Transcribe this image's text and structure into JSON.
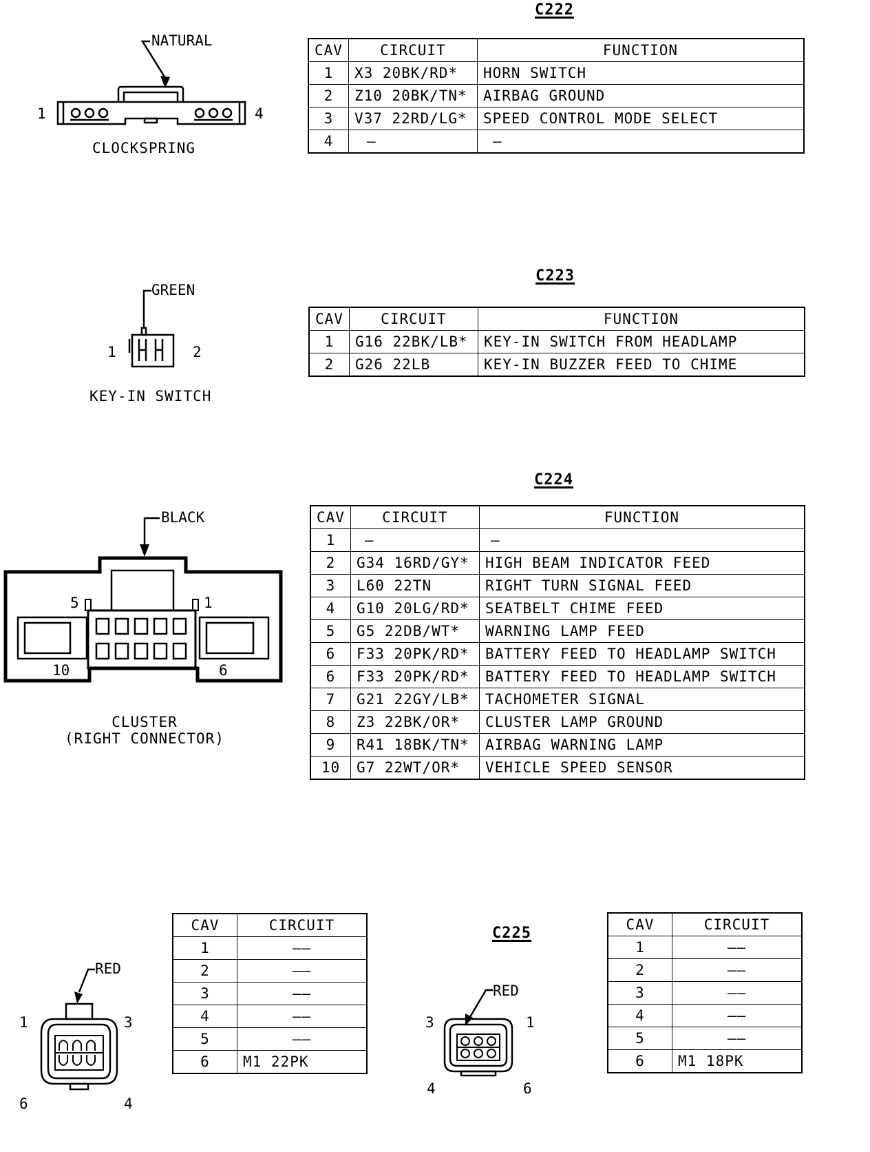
{
  "c222": {
    "title": "C222",
    "connector_name": "CLOCKSPRING",
    "color_label": "NATURAL",
    "pin_labels": [
      "1",
      "4"
    ],
    "headers": [
      "CAV",
      "CIRCUIT",
      "FUNCTION"
    ],
    "rows": [
      {
        "cav": "1",
        "circuit": "X3 20BK/RD*",
        "function": "HORN SWITCH"
      },
      {
        "cav": "2",
        "circuit": "Z10 20BK/TN*",
        "function": "AIRBAG GROUND"
      },
      {
        "cav": "3",
        "circuit": "V37 22RD/LG*",
        "function": "SPEED CONTROL MODE SELECT"
      },
      {
        "cav": "4",
        "circuit": "—",
        "function": "—"
      }
    ]
  },
  "c223": {
    "title": "C223",
    "connector_name": "KEY-IN SWITCH",
    "color_label": "GREEN",
    "pin_labels": [
      "1",
      "2"
    ],
    "headers": [
      "CAV",
      "CIRCUIT",
      "FUNCTION"
    ],
    "rows": [
      {
        "cav": "1",
        "circuit": "G16 22BK/LB*",
        "function": "KEY-IN SWITCH FROM HEADLAMP"
      },
      {
        "cav": "2",
        "circuit": "G26 22LB",
        "function": "KEY-IN BUZZER FEED TO CHIME"
      }
    ]
  },
  "c224": {
    "title": "C224",
    "connector_name_line1": "CLUSTER",
    "connector_name_line2": "(RIGHT CONNECTOR)",
    "color_label": "BLACK",
    "pin_labels": [
      "5",
      "1",
      "10",
      "6"
    ],
    "headers": [
      "CAV",
      "CIRCUIT",
      "FUNCTION"
    ],
    "rows": [
      {
        "cav": "1",
        "circuit": "—",
        "function": "—"
      },
      {
        "cav": "2",
        "circuit": "G34 16RD/GY*",
        "function": "HIGH BEAM INDICATOR FEED"
      },
      {
        "cav": "3",
        "circuit": "L60 22TN",
        "function": "RIGHT TURN SIGNAL FEED"
      },
      {
        "cav": "4",
        "circuit": "G10 20LG/RD*",
        "function": "SEATBELT CHIME FEED"
      },
      {
        "cav": "5",
        "circuit": "G5 22DB/WT*",
        "function": "WARNING LAMP FEED"
      },
      {
        "cav": "6",
        "circuit": "F33 20PK/RD*",
        "function": "BATTERY FEED TO HEADLAMP SWITCH"
      },
      {
        "cav": "6",
        "circuit": "F33 20PK/RD*",
        "function": "BATTERY FEED TO HEADLAMP SWITCH"
      },
      {
        "cav": "7",
        "circuit": "G21 22GY/LB*",
        "function": "TACHOMETER SIGNAL"
      },
      {
        "cav": "8",
        "circuit": "Z3 22BK/OR*",
        "function": "CLUSTER LAMP GROUND"
      },
      {
        "cav": "9",
        "circuit": "R41 18BK/TN*",
        "function": "AIRBAG WARNING LAMP"
      },
      {
        "cav": "10",
        "circuit": "G7 22WT/OR*",
        "function": "VEHICLE SPEED SENSOR"
      }
    ]
  },
  "c225": {
    "title": "C225",
    "left": {
      "color_label": "RED",
      "pin_labels": [
        "1",
        "3",
        "6",
        "4"
      ],
      "headers": [
        "CAV",
        "CIRCUIT"
      ],
      "rows": [
        {
          "cav": "1",
          "circuit": "——"
        },
        {
          "cav": "2",
          "circuit": "——"
        },
        {
          "cav": "3",
          "circuit": "——"
        },
        {
          "cav": "4",
          "circuit": "——"
        },
        {
          "cav": "5",
          "circuit": "——"
        },
        {
          "cav": "6",
          "circuit": "M1 22PK"
        }
      ]
    },
    "right": {
      "color_label": "RED",
      "pin_labels": [
        "3",
        "1",
        "4",
        "6"
      ],
      "headers": [
        "CAV",
        "CIRCUIT"
      ],
      "rows": [
        {
          "cav": "1",
          "circuit": "——"
        },
        {
          "cav": "2",
          "circuit": "——"
        },
        {
          "cav": "3",
          "circuit": "——"
        },
        {
          "cav": "4",
          "circuit": "——"
        },
        {
          "cav": "5",
          "circuit": "——"
        },
        {
          "cav": "6",
          "circuit": "M1 18PK"
        }
      ]
    }
  }
}
